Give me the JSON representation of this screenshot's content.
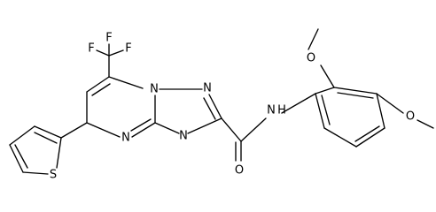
{
  "structure": {
    "atoms": {
      "F1": "F",
      "F2": "F",
      "F3": "F",
      "N_bridge": "N",
      "N_triazole_top": "N",
      "N_triazole_bottom": "N",
      "N_pyrimidine": "N",
      "O_carbonyl": "O",
      "N_amide": "N",
      "H_amide": "H",
      "O_methoxy_top": "O",
      "O_methoxy_right": "O",
      "S_thiophene": "S"
    }
  }
}
